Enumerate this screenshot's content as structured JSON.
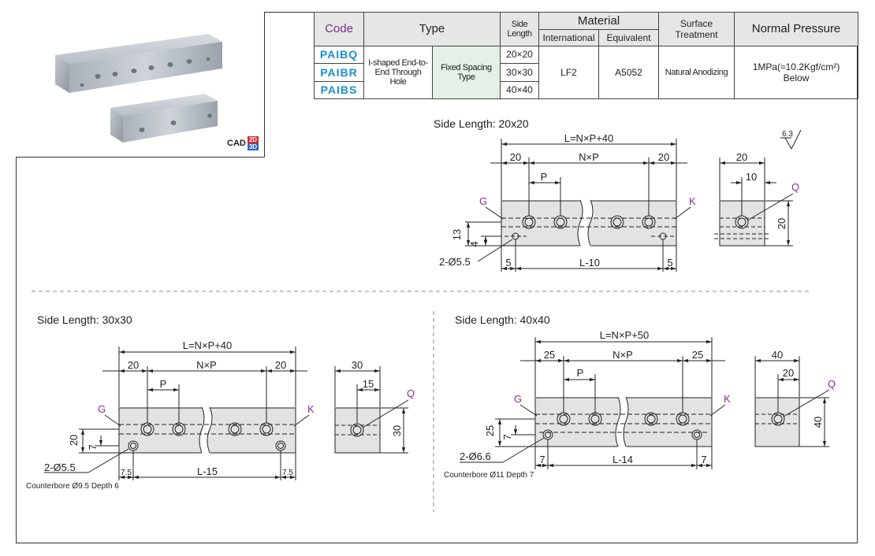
{
  "table": {
    "headers": {
      "code": "Code",
      "type": "Type",
      "side_length": "Side Length",
      "material": "Material",
      "international": "International",
      "equivalent": "Equivalent",
      "surface_treatment": "Surface Treatment",
      "normal_pressure": "Normal Pressure"
    },
    "codes": [
      "PAIBQ",
      "PAIBR",
      "PAIBS"
    ],
    "type_main": "I-shaped End-to-End Through Hole",
    "type_sub": "Fixed Spacing Type",
    "side_lengths": [
      "20×20",
      "30×30",
      "40×40"
    ],
    "international": "LF2",
    "equivalent": "A5052",
    "surface": "Natural Anodizing",
    "pressure_line1": "1MPa(≈10.2Kgf/cm²)",
    "pressure_line2": "Below"
  },
  "badge": {
    "cad": "CAD",
    "d2": "2D",
    "d3": "3D"
  },
  "roughness": "6.3",
  "colors": {
    "code_blue": "#1a8fd0",
    "label_purple": "#8e2a8e",
    "header_gray": "#e6e6e6",
    "block_fill": "#e3e3e3"
  },
  "drawings": {
    "d20": {
      "title": "Side Length: 20x20",
      "overall": "L=N×P+40",
      "left": "20",
      "middle": "N×P",
      "right": "20",
      "pitch": "P",
      "height": "13",
      "hole_offset": "4",
      "holes": "2-Ø5.5",
      "bottom_left": "5",
      "bottom_mid": "L-10",
      "bottom_right": "5",
      "g": "G",
      "k": "K",
      "side_width": "20",
      "side_half": "10",
      "side_height": "20",
      "q": "Q"
    },
    "d30": {
      "title": "Side Length: 30x30",
      "overall": "L=N×P+40",
      "left": "20",
      "middle": "N×P",
      "right": "20",
      "pitch": "P",
      "height": "20",
      "hole_offset": "7",
      "holes": "2-Ø5.5",
      "counterbore": "Counterbore Ø9.5 Depth 6",
      "bottom_left": "7.5",
      "bottom_mid": "L-15",
      "bottom_right": "7.5",
      "g": "G",
      "k": "K",
      "side_width": "30",
      "side_half": "15",
      "side_height": "30",
      "q": "Q"
    },
    "d40": {
      "title": "Side Length: 40x40",
      "overall": "L=N×P+50",
      "left": "25",
      "middle": "N×P",
      "right": "25",
      "pitch": "P",
      "height": "25",
      "hole_offset": "7",
      "holes": "2-Ø6.6",
      "counterbore": "Counterbore Ø11 Depth 7",
      "bottom_left": "7",
      "bottom_mid": "L-14",
      "bottom_right": "7",
      "g": "G",
      "k": "K",
      "side_width": "40",
      "side_half": "20",
      "side_height": "40",
      "q": "Q"
    }
  }
}
